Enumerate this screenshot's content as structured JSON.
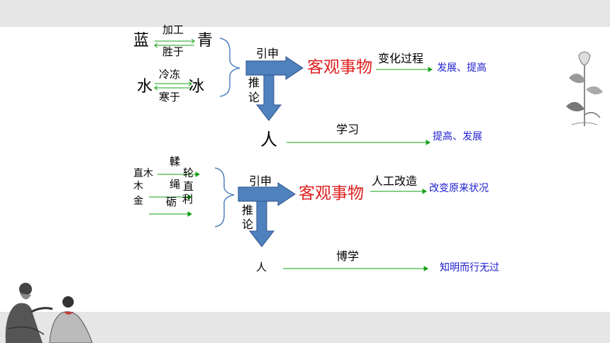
{
  "top": {
    "lan": "蓝",
    "qing": "青",
    "jiagong": "加工",
    "shengyu": "胜于",
    "shui": "水",
    "bing": "冰",
    "lengdong": "冷冻",
    "hanyu": "寒于",
    "yinshen": "引申",
    "keguan": "客观事物",
    "bianhua": "变化过程",
    "fazhan_tigao": "发展、提高",
    "tuilun_1": "推",
    "tuilun_2": "论",
    "ren": "人",
    "xuexi": "学习",
    "tigao_fazhan": "提高、发展"
  },
  "bottom": {
    "zhimu": "直木",
    "mu": "木",
    "jin": "金",
    "rou": "輮",
    "lun": "轮",
    "sheng": "绳",
    "zhi": "直",
    "li_sharp": "砺",
    "li": "利",
    "yinshen": "引申",
    "keguan": "客观事物",
    "rengong": "人工改造",
    "gaibian": "改变原来状况",
    "tuilun_1": "推",
    "tuilun_2": "论",
    "ren": "人",
    "boxue": "博学",
    "zhiming": "知明而行无过"
  },
  "colors": {
    "arrow_fill": "#4f81bd",
    "arrow_stroke": "#2f528f",
    "green_line": "#16a016",
    "blue_text": "#2020d0",
    "red_text": "#e02020"
  }
}
